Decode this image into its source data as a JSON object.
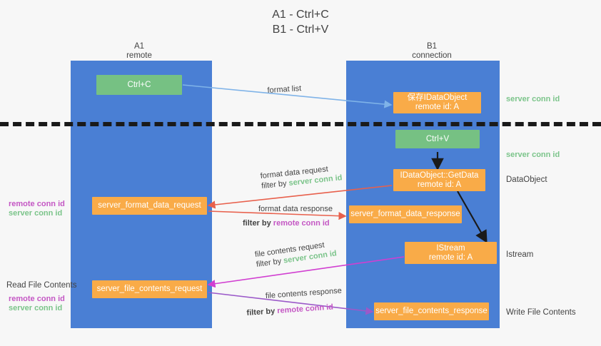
{
  "title": {
    "line1": "A1 - Ctrl+C",
    "line2": "B1 - Ctrl+V"
  },
  "colors": {
    "lane": "#4a7fd4",
    "orange": "#f9ab48",
    "green": "#76c183",
    "server_conn_id": "#7bc48a",
    "remote_conn_id": "#c457c4",
    "arrow_blue": "#7fb3e8",
    "arrow_red": "#e8604c",
    "arrow_magenta": "#d13fd1",
    "arrow_purple": "#9b59c9",
    "arrow_black": "#1a1a1a",
    "divider": "#1a1a1a",
    "background": "#f7f7f7"
  },
  "columns": [
    {
      "id": "a1",
      "name": "A1",
      "sub": "remote"
    },
    {
      "id": "b1",
      "name": "B1",
      "sub": "connection"
    }
  ],
  "nodes": {
    "ctrl_c": {
      "label": "Ctrl+C",
      "kind": "green"
    },
    "save_idataobject": {
      "line1": "保存IDataObject",
      "line2": "remote id: A",
      "kind": "orange"
    },
    "ctrl_v": {
      "label": "Ctrl+V",
      "kind": "green"
    },
    "getdata": {
      "line1": "IDataObject::GetData",
      "line2": "remote id: A",
      "kind": "orange"
    },
    "istream": {
      "line1": "IStream",
      "line2": "remote id: A",
      "kind": "orange"
    },
    "format_data_request": {
      "label": "server_format_data_request",
      "kind": "orange"
    },
    "format_data_response": {
      "label": "server_format_data_response",
      "kind": "orange"
    },
    "file_contents_request": {
      "label": "server_file_contents_request",
      "kind": "orange"
    },
    "file_contents_response": {
      "label": "server_file_contents_response",
      "kind": "orange"
    }
  },
  "edge_labels": {
    "format_list": "format list",
    "format_data_request": {
      "line1": "format data request",
      "filter_prefix": "filter by ",
      "filter_key": "server conn id"
    },
    "format_data_response": {
      "line1": "format data response",
      "filter_prefix": "filter by ",
      "filter_key": "remote conn id"
    },
    "file_contents_request": {
      "line1": "file contents request",
      "filter_prefix": "filter by ",
      "filter_key": "server conn id"
    },
    "file_contents_response": {
      "line1": "file contents response",
      "filter_prefix": "filter by ",
      "filter_key": "remote conn id"
    }
  },
  "right_labels": {
    "server_conn_id_top": "server conn id",
    "server_conn_id_mid": "server conn id",
    "dataobject": "DataObject",
    "istream": "Istream",
    "write_file_contents": "Write File Contents"
  },
  "left_labels": {
    "remote_conn_id_1": "remote conn id",
    "server_conn_id_1": "server conn id",
    "read_file_contents": "Read File Contents",
    "remote_conn_id_2": "remote conn id",
    "server_conn_id_2": "server conn id"
  }
}
